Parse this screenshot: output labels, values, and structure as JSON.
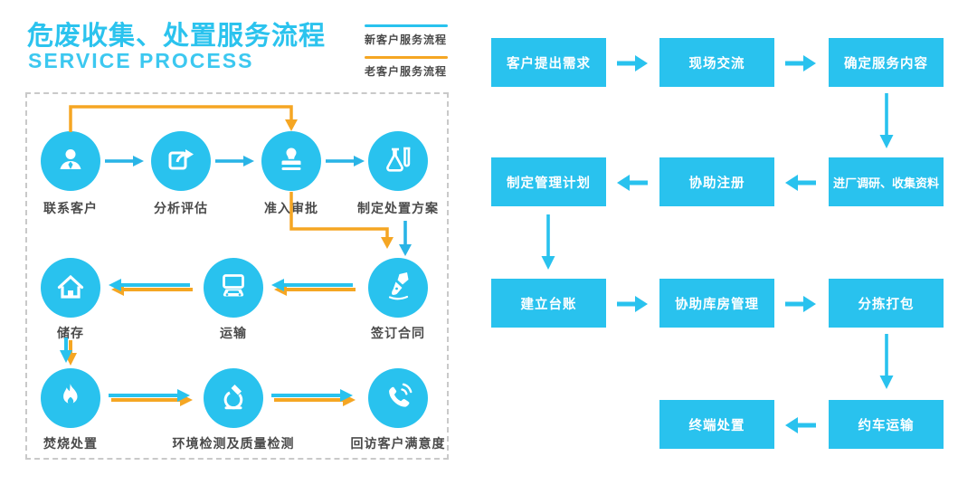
{
  "header": {
    "title": "危废收集、处置服务流程",
    "subtitle": "SERVICE PROCESS"
  },
  "legend": {
    "items": [
      {
        "label": "新客户服务流程",
        "color": "#29C2EE"
      },
      {
        "label": "老客户服务流程",
        "color": "#F5A623"
      }
    ]
  },
  "left_flow": {
    "nodes": [
      {
        "label": "联系客户",
        "icon": "person-icon"
      },
      {
        "label": "分析评估",
        "icon": "share-icon"
      },
      {
        "label": "准入审批",
        "icon": "stamp-icon"
      },
      {
        "label": "制定处置方案",
        "icon": "flask-icon"
      },
      {
        "label": "储存",
        "icon": "house-icon"
      },
      {
        "label": "运输",
        "icon": "truck-icon"
      },
      {
        "label": "签订合同",
        "icon": "pen-icon"
      },
      {
        "label": "焚烧处置",
        "icon": "flame-icon"
      },
      {
        "label": "环境检测及质量检测",
        "icon": "microscope-icon"
      },
      {
        "label": "回访客户满意度",
        "icon": "phone-icon"
      }
    ]
  },
  "right_flow": {
    "nodes": [
      "客户提出需求",
      "现场交流",
      "确定服务内容",
      "进厂调研、收集资料",
      "协助注册",
      "制定管理计划",
      "建立台账",
      "协助库房管理",
      "分拣打包",
      "约车运输",
      "终端处置"
    ]
  },
  "colors": {
    "primary": "#29C2EE",
    "accent": "#F5A623",
    "label_text": "#4A4A4A",
    "box_text": "#FFFFFF"
  }
}
